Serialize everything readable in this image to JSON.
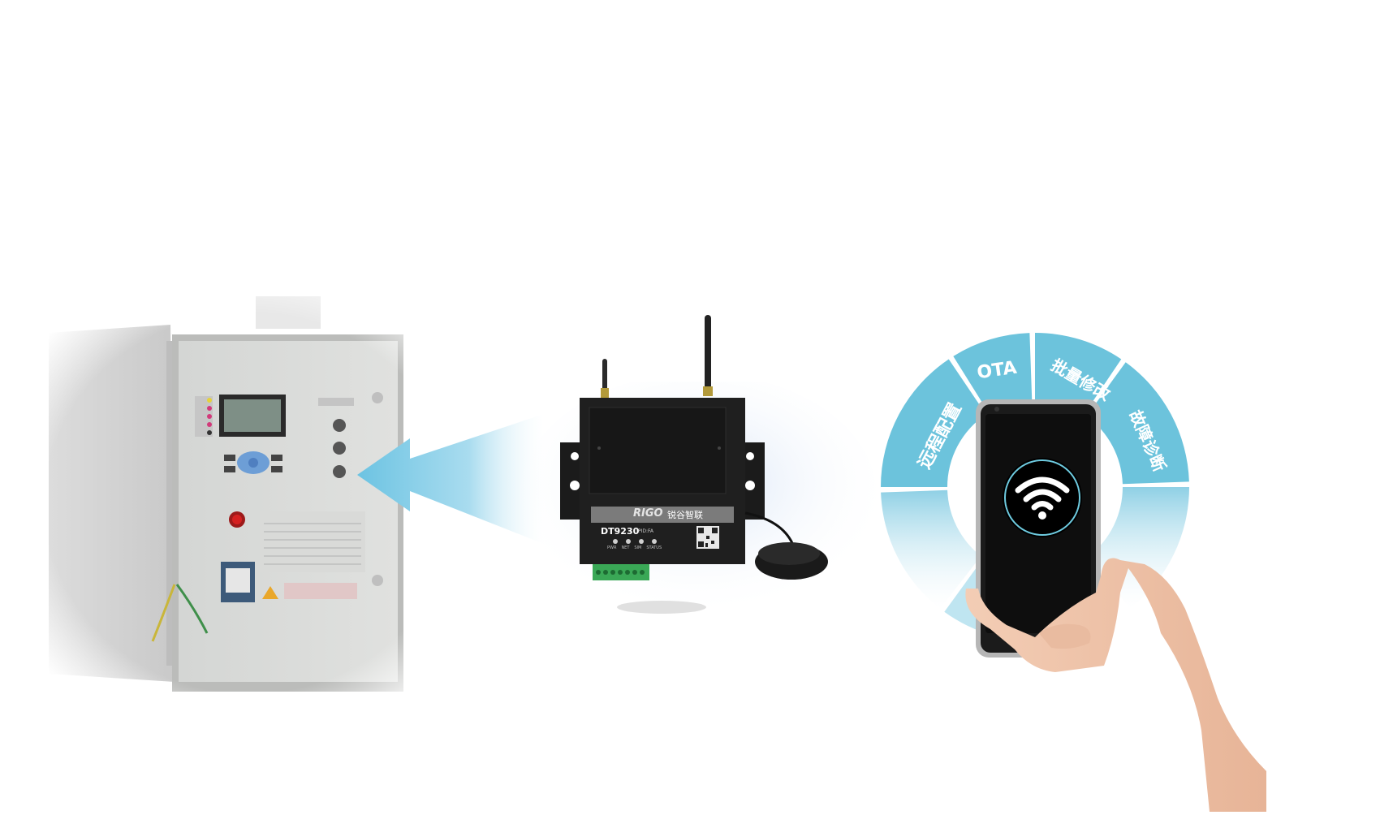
{
  "device": {
    "brand": "RIGO",
    "brand_cn": "锐谷智联",
    "model": "DT9230",
    "model_suffix": "PID:FA",
    "leds": [
      "PWR",
      "NET",
      "SIM",
      "STATUS"
    ]
  },
  "ring": {
    "segments": [
      "远程配置",
      "OTA",
      "批量修改",
      "故障诊断"
    ]
  },
  "phone": {
    "icon": "wifi-icon"
  },
  "colors": {
    "ring_blue": "#6cc3dc",
    "ring_light": "#bfe5f1",
    "arrow": "#7fcce6",
    "device_body": "#1e1e1e",
    "terminal_green": "#3aa856"
  }
}
